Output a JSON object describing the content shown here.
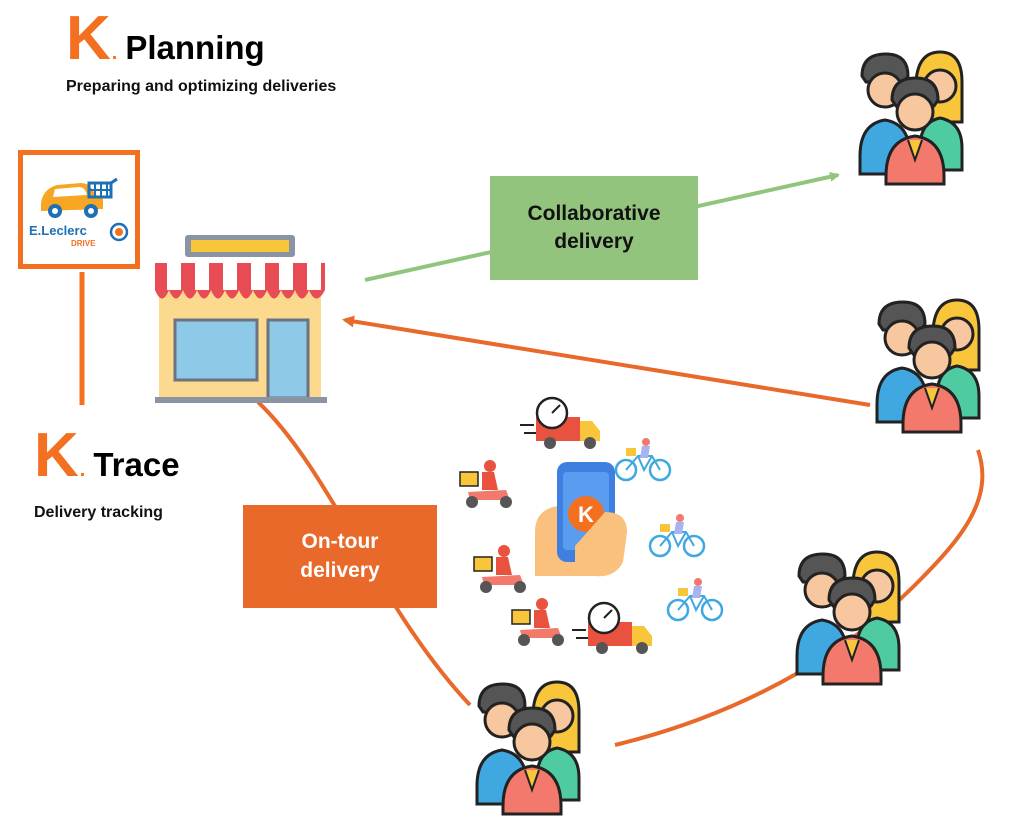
{
  "colors": {
    "orange": "#f37021",
    "arrow_orange": "#e8692a",
    "green_box": "#93c47d",
    "green_arrow": "#93c47d",
    "leclerc_blue": "#1d6fb6"
  },
  "planning": {
    "k_letter": "K",
    "dot": ".",
    "name": "Planning",
    "subtitle": "Preparing and optimizing deliveries"
  },
  "trace": {
    "k_letter": "K",
    "dot": ".",
    "name": "Trace",
    "subtitle": "Delivery tracking"
  },
  "leclerc_logo": {
    "text": "E.Leclerc",
    "subtext": "DRIVE"
  },
  "collaborative_box": {
    "label": "Collaborative delivery"
  },
  "ontour_box": {
    "label": "On-tour delivery"
  },
  "phone": {
    "letter": "K"
  },
  "icons": [
    "store-icon",
    "customers-group-icon",
    "delivery-truck-icon",
    "scooter-courier-icon",
    "bicycle-courier-icon",
    "phone-app-icon"
  ]
}
